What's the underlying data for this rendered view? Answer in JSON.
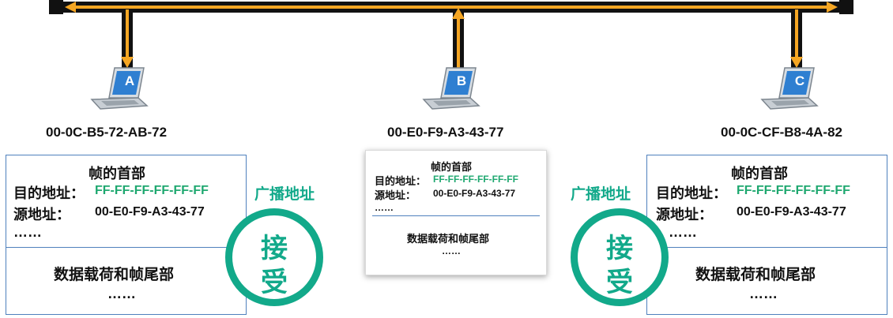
{
  "colors": {
    "bus": "#111111",
    "arrow": "#f5a623",
    "box_border": "#4f81bd",
    "green": "#1fa870",
    "teal": "#12a98a"
  },
  "hosts": [
    {
      "letter": "A",
      "mac": "00-0C-B5-72-AB-72"
    },
    {
      "letter": "B",
      "mac": "00-E0-F9-A3-43-77"
    },
    {
      "letter": "C",
      "mac": "00-0C-CF-B8-4A-82"
    }
  ],
  "frame": {
    "header_title": "帧的首部",
    "dest_label": "目的地址：",
    "dest_value": "FF-FF-FF-FF-FF-FF",
    "src_label": "源地址：",
    "src_value": "00-E0-F9-A3-43-77",
    "ellipsis": "……",
    "payload_title": "数据载荷和帧尾部"
  },
  "broadcast_label": "广播地址",
  "accept_chars": [
    "接",
    "受"
  ]
}
